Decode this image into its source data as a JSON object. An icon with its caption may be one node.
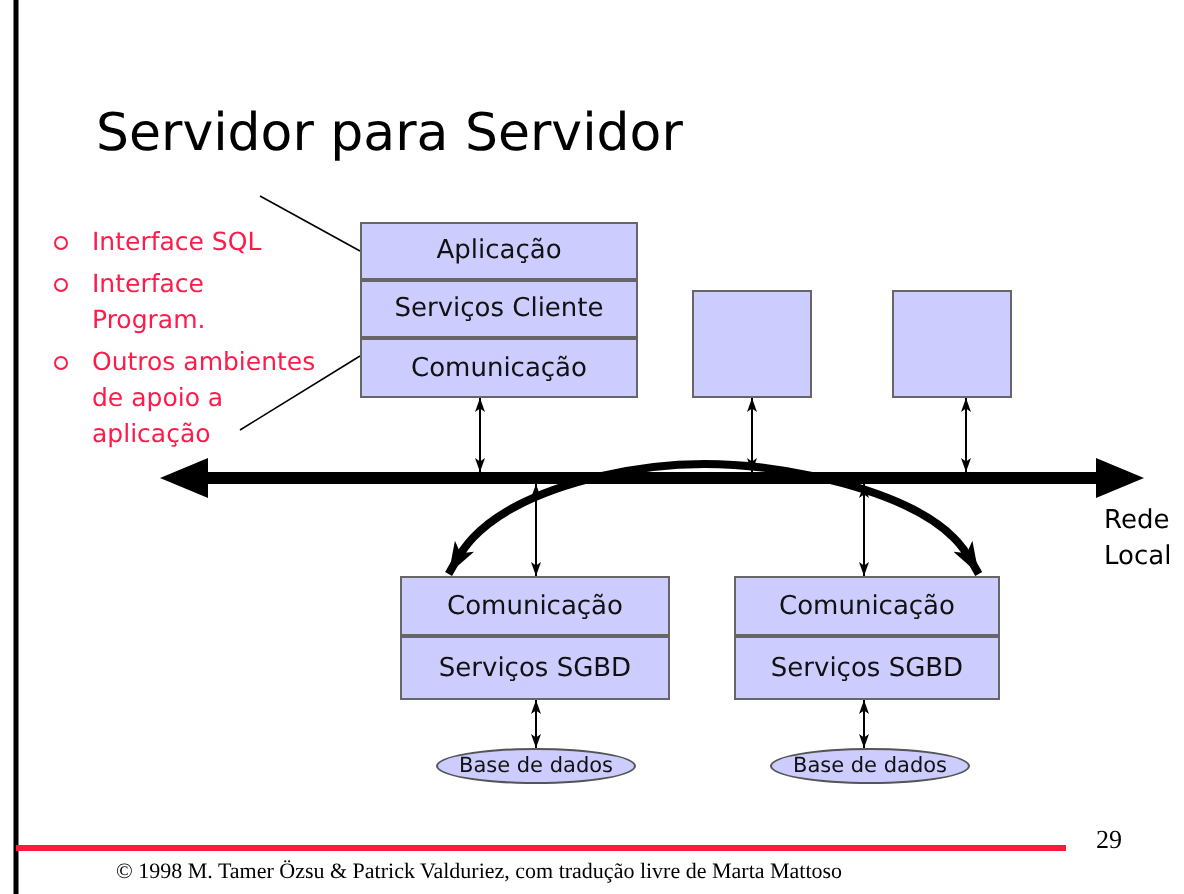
{
  "diagram": {
    "title": "Servidor para Servidor",
    "nodes": [
      {
        "text": [
          "Aplicação"
        ]
      },
      {
        "text": [
          "Serviços Cliente"
        ]
      },
      {
        "text": [
          "Comunicação"
        ]
      },
      {
        "text": [],
        "shape": "box"
      },
      {
        "text": [],
        "shape": "box"
      },
      {
        "text": [],
        "shape": "bar",
        "beside": [
          "Rede Local"
        ]
      },
      {
        "text": [
          "Comunicação"
        ]
      },
      {
        "text": [
          "Serviços SGBD"
        ]
      },
      {
        "text": [
          "Comunicação"
        ]
      },
      {
        "text": [
          "Serviços SGBD"
        ]
      },
      {
        "text": [
          "Base de dados"
        ]
      },
      {
        "text": [
          "Base de dados"
        ]
      },
      {
        "text": [
          "Interface SQL",
          "Interface Program.",
          "Outros ambientes de apoio a aplicação"
        ]
      }
    ],
    "edges": [
      {
        "from": 2,
        "to": 5,
        "arrow": "both"
      },
      {
        "from": 3,
        "to": 5,
        "arrow": "both"
      },
      {
        "from": 4,
        "to": 5,
        "arrow": "both"
      },
      {
        "from": 5,
        "to": 6,
        "arrow": "both"
      },
      {
        "from": 5,
        "to": 8,
        "arrow": "both"
      },
      {
        "from": 7,
        "to": 10,
        "arrow": "both"
      },
      {
        "from": 9,
        "to": 11,
        "arrow": "both"
      },
      {
        "from": 6,
        "to": 8,
        "arrow": "both",
        "style": "thick"
      },
      {
        "from": 12,
        "to": 0,
        "arrow": "none"
      },
      {
        "from": 12,
        "to": 2,
        "arrow": "none"
      }
    ],
    "labels": [
      "29",
      "© 1998 M. Tamer Özsu & Patrick Valduriez, com tradução livre de Marta Mattoso"
    ]
  }
}
